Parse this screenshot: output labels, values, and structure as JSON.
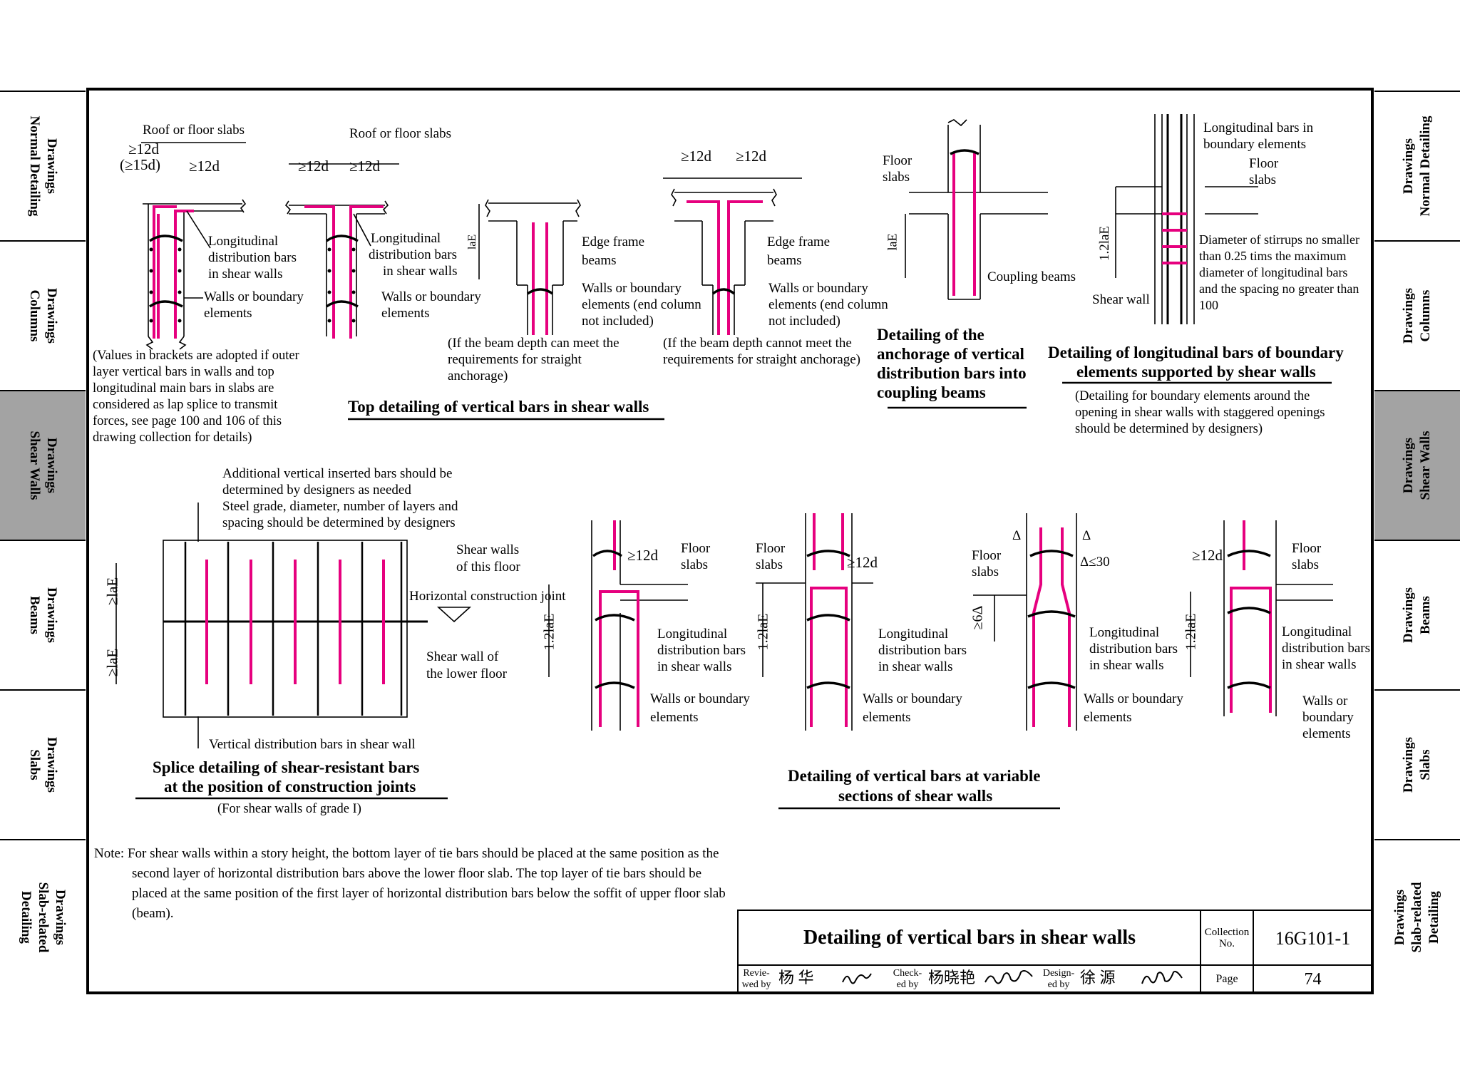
{
  "side_tabs": {
    "left": [
      {
        "line1": "Drawings",
        "line2": "Normal Detailing"
      },
      {
        "line1": "Drawings",
        "line2": "Columns"
      },
      {
        "line1": "Drawings",
        "line2": "Shear Walls"
      },
      {
        "line1": "Drawings",
        "line2": "Beams"
      },
      {
        "line1": "Drawings",
        "line2": "Slabs"
      },
      {
        "line1": "Drawings",
        "line2": "Slab-related",
        "line3": "Detailing"
      }
    ],
    "right": [
      {
        "line1": "Drawings",
        "line2": "Normal Detailing"
      },
      {
        "line1": "Drawings",
        "line2": "Columns"
      },
      {
        "line1": "Drawings",
        "line2": "Shear Walls"
      },
      {
        "line1": "Drawings",
        "line2": "Beams"
      },
      {
        "line1": "Drawings",
        "line2": "Slabs"
      },
      {
        "line1": "Drawings",
        "line2": "Slab-related",
        "line3": "Detailing"
      }
    ],
    "active": "Shear Walls"
  },
  "colors": {
    "rebar": "#e6007e",
    "line": "#000000",
    "tab_active": "#a3a3a3"
  },
  "top": {
    "d1": {
      "roof": "Roof or floor slabs",
      "dim_a": "≥12d",
      "dim_b": "(≥15d)",
      "dim_c": "≥12d",
      "long_bars": [
        "Longitudinal",
        "distribution bars",
        "in shear walls"
      ],
      "walls": [
        "Walls or boundary",
        "elements"
      ]
    },
    "d2": {
      "roof": "Roof or floor slabs",
      "dim_a": "≥12d",
      "dim_b": "≥12d",
      "long_bars": [
        "Longitudinal",
        "distribution bars",
        "in shear walls"
      ],
      "walls": [
        "Walls or boundary",
        "elements"
      ]
    },
    "bracket_note": [
      "(Values in brackets are adopted if outer",
      "layer vertical bars in walls and top",
      "longitudinal main bars in slabs are",
      "considered as lap splice to transmit",
      "forces, see page 100 and 106 of this",
      "drawing collection for details)"
    ],
    "d3": {
      "lae": "laE",
      "edge": [
        "Edge frame",
        "beams"
      ],
      "walls": [
        "Walls or boundary",
        "elements (end column",
        "not included)"
      ],
      "note": [
        "(If the beam depth can meet the",
        "requirements for straight",
        "anchorage)"
      ]
    },
    "d4": {
      "dim_a": "≥12d",
      "dim_b": "≥12d",
      "edge": [
        "Edge frame",
        "beams"
      ],
      "walls": [
        "Walls or boundary",
        "elements (end column",
        "not included)"
      ],
      "note": [
        "(If the beam depth cannot meet the",
        "requirements for straight anchorage)"
      ]
    },
    "caption": "Top detailing of vertical bars in shear walls",
    "d5": {
      "floor": [
        "Floor",
        "slabs"
      ],
      "lae": "laE",
      "coupling": "Coupling beams",
      "caption": [
        "Detailing of the",
        "anchorage of vertical",
        "distribution bars into",
        "coupling beams"
      ]
    },
    "d6": {
      "long": [
        "Longitudinal bars in",
        "boundary elements"
      ],
      "floor": [
        "Floor",
        "slabs"
      ],
      "lae": "1.2laE",
      "diameter": [
        "Diameter of stirrups no smaller",
        "than 0.25 tims the maximum",
        "diameter of longitudinal bars",
        "and the spacing no greater than",
        "100"
      ],
      "shear": "Shear wall",
      "caption": [
        "Detailing of longitudinal bars of boundary",
        "elements supported by shear walls"
      ],
      "sub": [
        "(Detailing for boundary elements around the",
        "opening in shear walls with staggered openings",
        "should be determined by designers)"
      ]
    }
  },
  "bottom": {
    "splice": {
      "additional": [
        "Additional vertical inserted bars should be",
        "determined by designers as needed"
      ],
      "steel": [
        "Steel grade, diameter, number of layers and",
        "spacing should be determined by designers"
      ],
      "shear_this": [
        "Shear walls",
        "of this floor"
      ],
      "joint": "Horizontal construction joint",
      "lower": [
        "Shear wall of",
        "the lower floor"
      ],
      "vertical": "Vertical distribution bars in shear wall",
      "lae_top": "≥laE",
      "lae_bot": "≥laE",
      "caption": [
        "Splice detailing of shear-resistant bars",
        "at the position of construction joints"
      ],
      "sub": "(For shear walls of grade I)"
    },
    "v1": {
      "dim": "≥12d",
      "floor": [
        "Floor",
        "slabs"
      ],
      "lae": "1.2laE",
      "long": [
        "Longitudinal",
        "distribution bars",
        "in shear walls"
      ],
      "walls": [
        "Walls or boundary",
        "elements"
      ]
    },
    "v2": {
      "floor": [
        "Floor",
        "slabs"
      ],
      "dim": "≥12d",
      "lae": "1.2laE",
      "long": [
        "Longitudinal",
        "distribution bars",
        "in shear walls"
      ],
      "walls": [
        "Walls or boundary",
        "elements"
      ]
    },
    "v3": {
      "delta1": "Δ",
      "delta2": "Δ",
      "delta_cond": "Δ≤30",
      "floor": [
        "Floor",
        "slabs"
      ],
      "six": "≥6Δ",
      "long": [
        "Longitudinal",
        "distribution bars",
        "in shear walls"
      ],
      "walls": [
        "Walls or boundary",
        "elements"
      ]
    },
    "v4": {
      "dim": "≥12d",
      "floor": [
        "Floor",
        "slabs"
      ],
      "lae": "1.2laE",
      "long": [
        "Longitudinal",
        "distribution bars",
        "in shear walls"
      ],
      "walls": [
        "Walls or",
        "boundary",
        "elements"
      ]
    },
    "caption": [
      "Detailing of vertical bars at variable",
      "sections of shear walls"
    ]
  },
  "note": [
    "Note: For shear walls within a story height, the bottom layer of tie bars should be placed at the same position as the",
    "second layer of horizontal distribution bars above the lower floor slab. The top layer of tie bars should be",
    "placed at the same position of the first layer of horizontal distribution bars below the soffit of upper floor slab",
    "(beam)."
  ],
  "title_block": {
    "title": "Detailing of vertical bars in shear walls",
    "collection_label": [
      "Collection",
      "No."
    ],
    "collection": "16G101-1",
    "page_label": "Page",
    "page": "74",
    "reviewed_label": [
      "Revie-",
      "wed by"
    ],
    "reviewed": "杨 华",
    "checked_label": [
      "Check-",
      "ed by"
    ],
    "checked": "杨晓艳",
    "designed_label": [
      "Design-",
      "ed by"
    ],
    "designed": "徐 源"
  }
}
